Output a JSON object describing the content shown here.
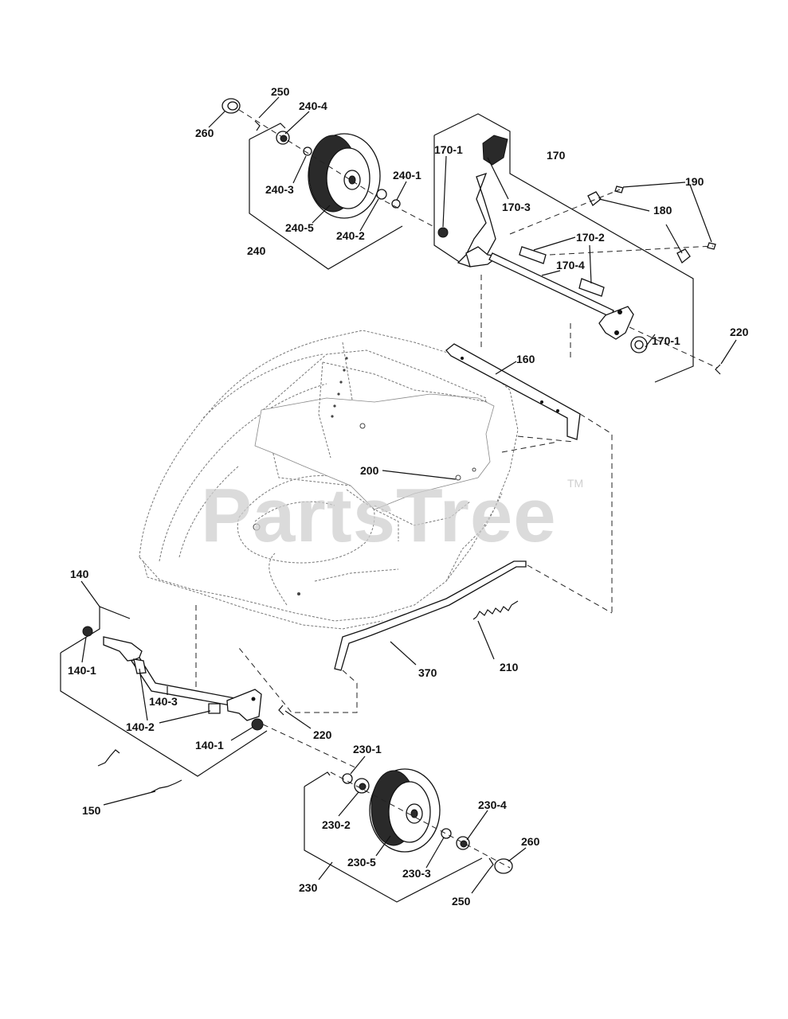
{
  "watermark": {
    "text": "PartsTree",
    "tm": "TM"
  },
  "callouts": [
    {
      "text": "250"
    },
    {
      "text": "240-4"
    },
    {
      "text": "260"
    },
    {
      "text": "240-3"
    },
    {
      "text": "240-1"
    },
    {
      "text": "240-5"
    },
    {
      "text": "240-2"
    },
    {
      "text": "240"
    },
    {
      "text": "170-1"
    },
    {
      "text": "170"
    },
    {
      "text": "190"
    },
    {
      "text": "180"
    },
    {
      "text": "170-3"
    },
    {
      "text": "170-2"
    },
    {
      "text": "170-4"
    },
    {
      "text": "220"
    },
    {
      "text": "170-1"
    },
    {
      "text": "160"
    },
    {
      "text": "200"
    },
    {
      "text": "140"
    },
    {
      "text": "140-1"
    },
    {
      "text": "140-3"
    },
    {
      "text": "140-2"
    },
    {
      "text": "140-1"
    },
    {
      "text": "220"
    },
    {
      "text": "370"
    },
    {
      "text": "210"
    },
    {
      "text": "150"
    },
    {
      "text": "230-1"
    },
    {
      "text": "230-2"
    },
    {
      "text": "230-4"
    },
    {
      "text": "260"
    },
    {
      "text": "230-5"
    },
    {
      "text": "230-3"
    },
    {
      "text": "230"
    },
    {
      "text": "250"
    }
  ]
}
